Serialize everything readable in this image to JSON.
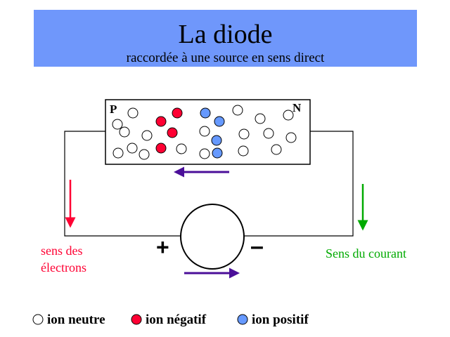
{
  "title": "La diode",
  "subtitle": "raccordée à une source en sens direct",
  "labels": {
    "p": "P",
    "n": "N",
    "plus": "+",
    "minus": "–",
    "electrons": [
      "sens des",
      "électrons"
    ],
    "current": "Sens du courant"
  },
  "legend": [
    {
      "label": "ion neutre",
      "color": "#ffffff"
    },
    {
      "label": "ion négatif",
      "color": "#ff0033"
    },
    {
      "label": "ion positif",
      "color": "#6699ff"
    }
  ],
  "colors": {
    "electron_arrow": "#ff0033",
    "current_arrow": "#00aa00",
    "flow_arrow": "#4b0f99",
    "banner": "#6f97fb"
  }
}
